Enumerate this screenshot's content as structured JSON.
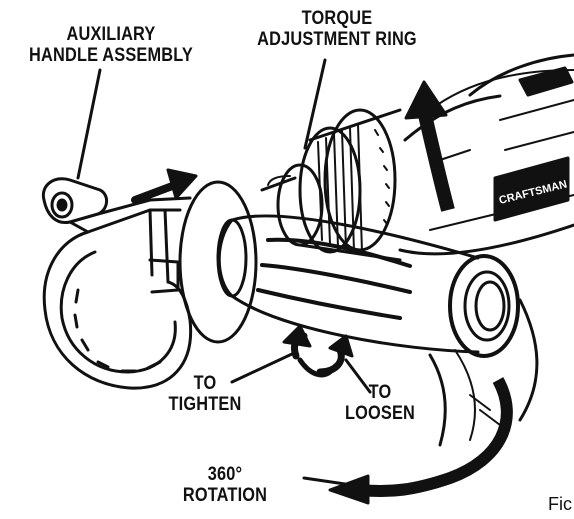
{
  "labels": {
    "auxiliary_handle": [
      "AUXILIARY",
      "HANDLE ASSEMBLY"
    ],
    "torque_ring": [
      "TORQUE",
      "ADJUSTMENT RING"
    ],
    "tighten": [
      "TO",
      "TIGHTEN"
    ],
    "loosen": [
      "TO",
      "LOOSEN"
    ],
    "rotation": [
      "360°",
      "ROTATION"
    ],
    "figure_fragment": "Fic"
  },
  "brand_text": "CRAFTSMAN",
  "colors": {
    "ink": "#111111",
    "paper": "#ffffff"
  }
}
